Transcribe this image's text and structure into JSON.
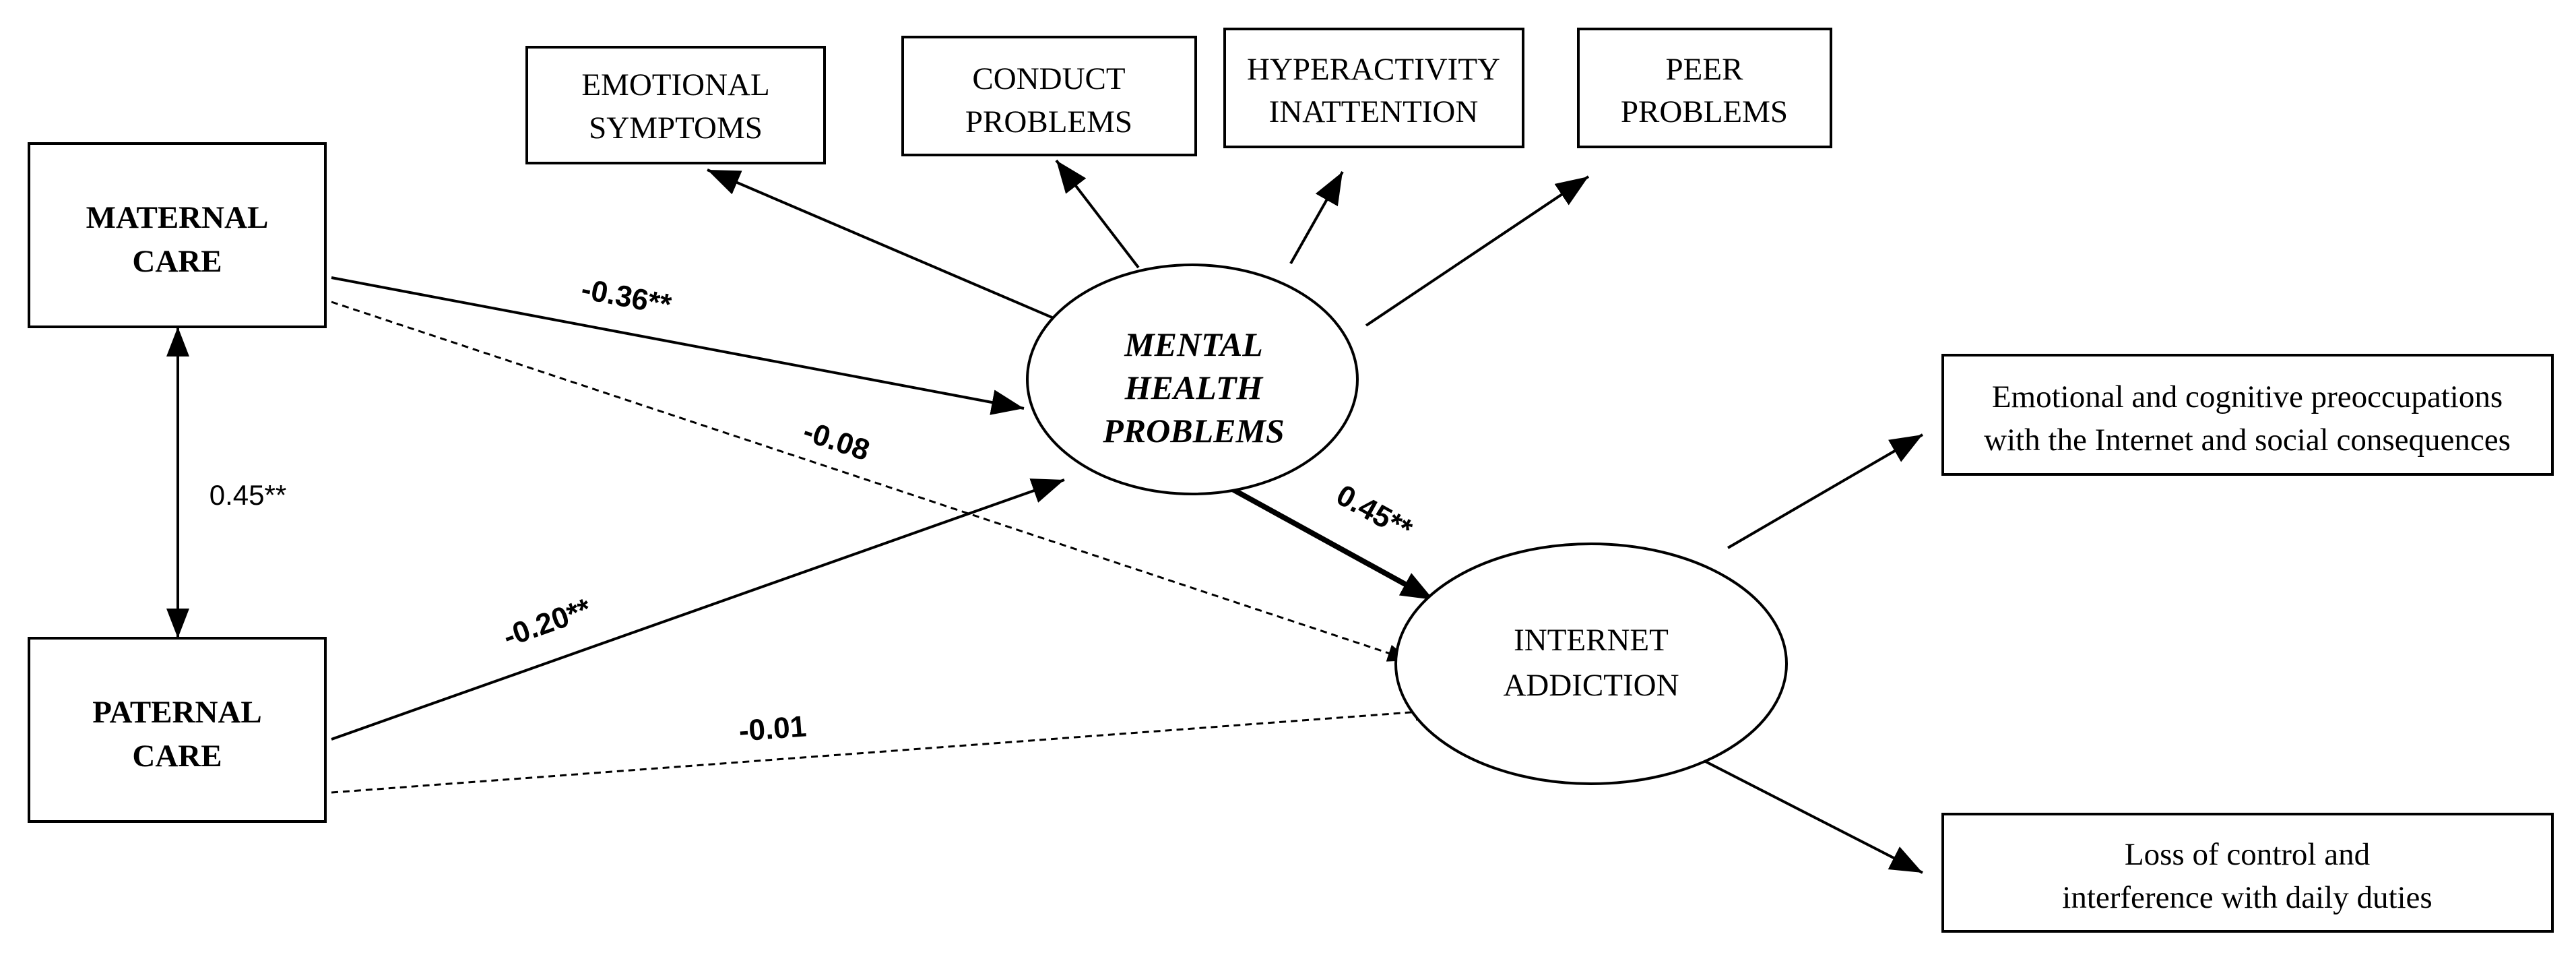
{
  "nodes": {
    "maternal_care": {
      "lines": [
        "MATERNAL",
        "CARE"
      ]
    },
    "paternal_care": {
      "lines": [
        "PATERNAL",
        "CARE"
      ]
    },
    "emotional_symptoms": {
      "lines": [
        "EMOTIONAL",
        "SYMPTOMS"
      ]
    },
    "conduct_problems": {
      "lines": [
        "CONDUCT",
        "PROBLEMS"
      ]
    },
    "hyperactivity_inattention": {
      "lines": [
        "HYPERACTIVITY",
        "INATTENTION"
      ]
    },
    "peer_problems": {
      "lines": [
        "PEER",
        "PROBLEMS"
      ]
    },
    "mental_health_problems": {
      "lines": [
        "MENTAL",
        "HEALTH",
        "PROBLEMS"
      ]
    },
    "internet_addiction": {
      "lines": [
        "INTERNET",
        "ADDICTION"
      ]
    },
    "preoccupations": {
      "lines": [
        "Emotional and cognitive preoccupations",
        "with the Internet and social consequences"
      ]
    },
    "loss_of_control": {
      "lines": [
        "Loss of control and",
        "interference with daily duties"
      ]
    }
  },
  "edges": {
    "maternal_mental": "-0.36**",
    "maternal_internet": "-0.08",
    "paternal_mental": "-0.20**",
    "paternal_internet": "-0.01",
    "mental_internet": "0.45**",
    "maternal_paternal": "0.45**"
  }
}
